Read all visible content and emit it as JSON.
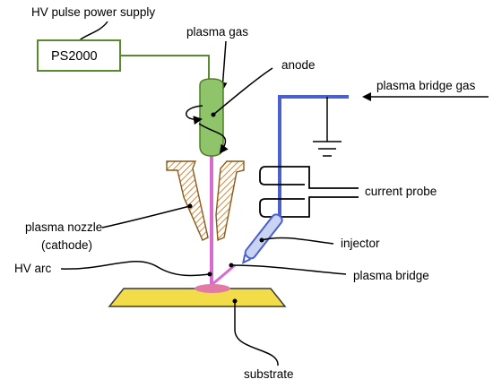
{
  "labels": {
    "power_supply": "HV pulse power supply",
    "ps_box": "PS2000",
    "plasma_gas": "plasma gas",
    "anode": "anode",
    "bridge_gas": "plasma bridge gas",
    "current_probe": "current probe",
    "nozzle_line1": "plasma nozzle",
    "nozzle_line2": "(cathode)",
    "injector": "injector",
    "hv_arc": "HV arc",
    "plasma_bridge": "plasma bridge",
    "substrate": "substrate"
  },
  "colors": {
    "supply_wire": "#5a8a2e",
    "ps_box_stroke": "#5a8a2e",
    "anode_fill": "#8fc46a",
    "anode_stroke": "#4f7f2a",
    "nozzle_hatch": "#d08a3a",
    "plasma_arc": "#d86bd0",
    "bridge_tube": "#4a5fd0",
    "injector_fill": "#c9d3f2",
    "substrate_fill": "#f2dd48",
    "substrate_stroke": "#3a3a3a",
    "deposit": "#e27aa6"
  }
}
